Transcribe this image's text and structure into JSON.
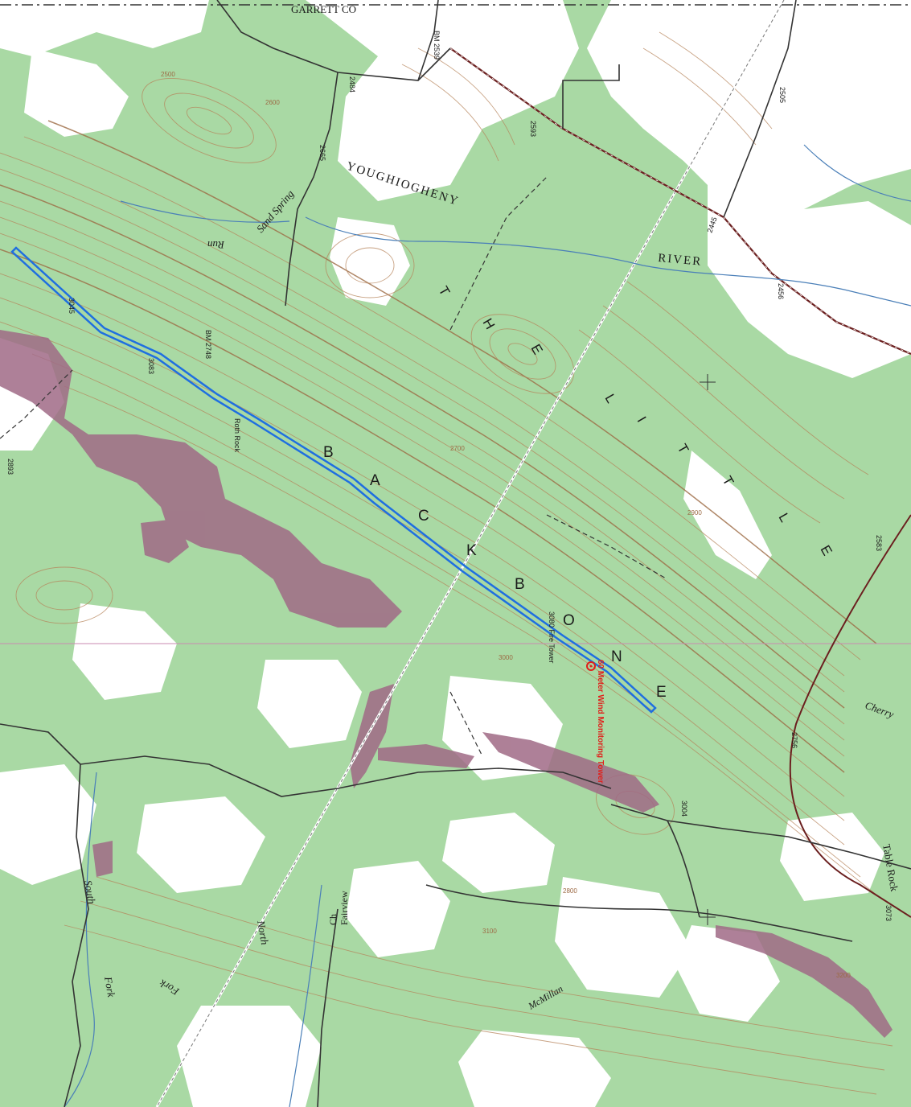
{
  "map": {
    "county_label": "GARRETT CO",
    "ridge_labels": {
      "backbone_letters": [
        "B",
        "A",
        "C",
        "K",
        "B",
        "O",
        "N",
        "E"
      ],
      "little_letters": [
        "T",
        "H",
        "E",
        "L",
        "I",
        "T",
        "T",
        "L",
        "E"
      ]
    },
    "water_labels": {
      "youghiogheny": "YOUGHIOGHENY",
      "river": "RIVER",
      "sand_spring": "Sand Spring",
      "run": "Run",
      "north": "North",
      "south": "South",
      "fork_1": "Fork",
      "fork_2": "Fork",
      "cherry": "Cherry",
      "mcmillan": "McMillan"
    },
    "place_labels": {
      "fairview": "Fairview",
      "ch": "Ch",
      "table_rock": "Table Rock",
      "fire_tower": "3080 Fire Tower",
      "roth_rock": "Roth Rock"
    },
    "elevations": [
      "2445",
      "2505",
      "2456",
      "2484",
      "2665",
      "2593",
      "2583",
      "2756",
      "3073",
      "3004",
      "3083",
      "BM 2748",
      "2893",
      "3045",
      "BM 2539"
    ],
    "contour_values": [
      "2500",
      "2600",
      "2700",
      "2800",
      "2900",
      "3000",
      "3100",
      "3200"
    ],
    "annotation": {
      "text": "60 Meter Wind Monitoring Tower",
      "color": "#e0201b"
    },
    "colors": {
      "forest": "#a9d9a4",
      "clearing": "#ffffff",
      "contour": "#b5835a",
      "project_line": "#1f6fe0",
      "railroad": "#6b1f1f",
      "disturbed": "#a06a86"
    }
  }
}
